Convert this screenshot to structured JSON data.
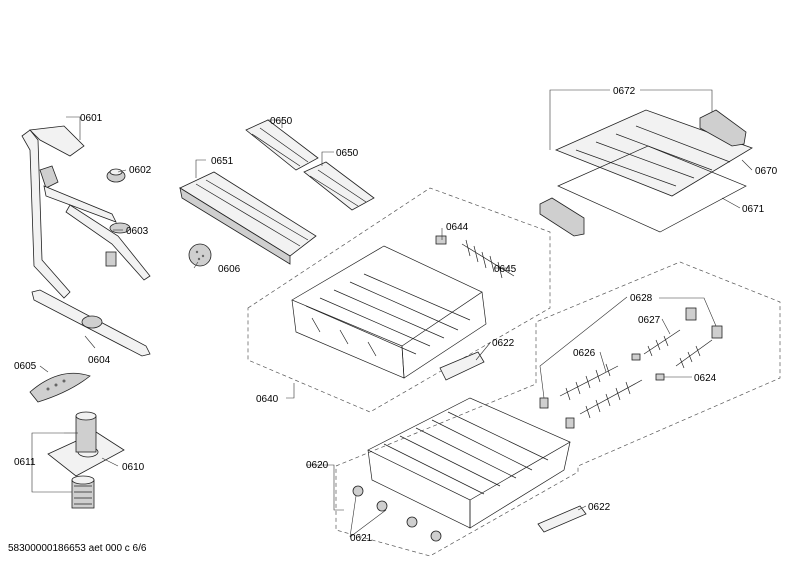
{
  "labels": {
    "p0601": "0601",
    "p0602": "0602",
    "p0603": "0603",
    "p0604": "0604",
    "p0605": "0605",
    "p0606": "0606",
    "p0610": "0610",
    "p0611": "0611",
    "p0620": "0620",
    "p0621": "0621",
    "p0622a": "0622",
    "p0622b": "0622",
    "p0624": "0624",
    "p0626": "0626",
    "p0627": "0627",
    "p0628": "0628",
    "p0640": "0640",
    "p0644": "0644",
    "p0645": "0645",
    "p0650a": "0650",
    "p0650b": "0650",
    "p0651": "0651",
    "p0670": "0670",
    "p0671": "0671",
    "p0672": "0672"
  },
  "footer": "58300000186653 aet 000 c 6/6"
}
